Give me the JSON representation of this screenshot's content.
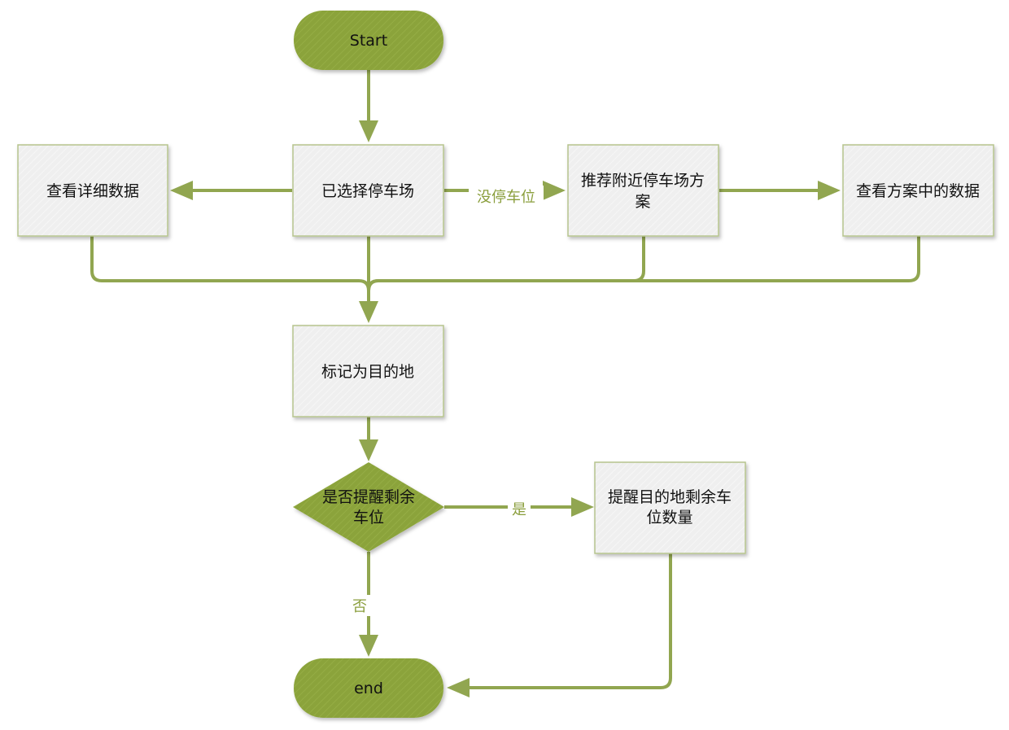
{
  "colors": {
    "accent": "#8ba33a",
    "line": "#91a650",
    "box_fill": "#f0f0f0",
    "box_stroke": "#b6c48d"
  },
  "nodes": {
    "start": "Start",
    "selected_lot": "已选择停车场",
    "view_details": "查看详细数据",
    "recommend_line1": "推荐附近停车场方",
    "recommend_line2": "案",
    "view_plan_data": "查看方案中的数据",
    "mark_destination": "标记为目的地",
    "decision_line1": "是否提醒剩余",
    "decision_line2": "车位",
    "remind_line1": "提醒目的地剩余车",
    "remind_line2": "位数量",
    "end": "end"
  },
  "edge_labels": {
    "no_space": "没停车位",
    "yes": "是",
    "no": "否"
  }
}
